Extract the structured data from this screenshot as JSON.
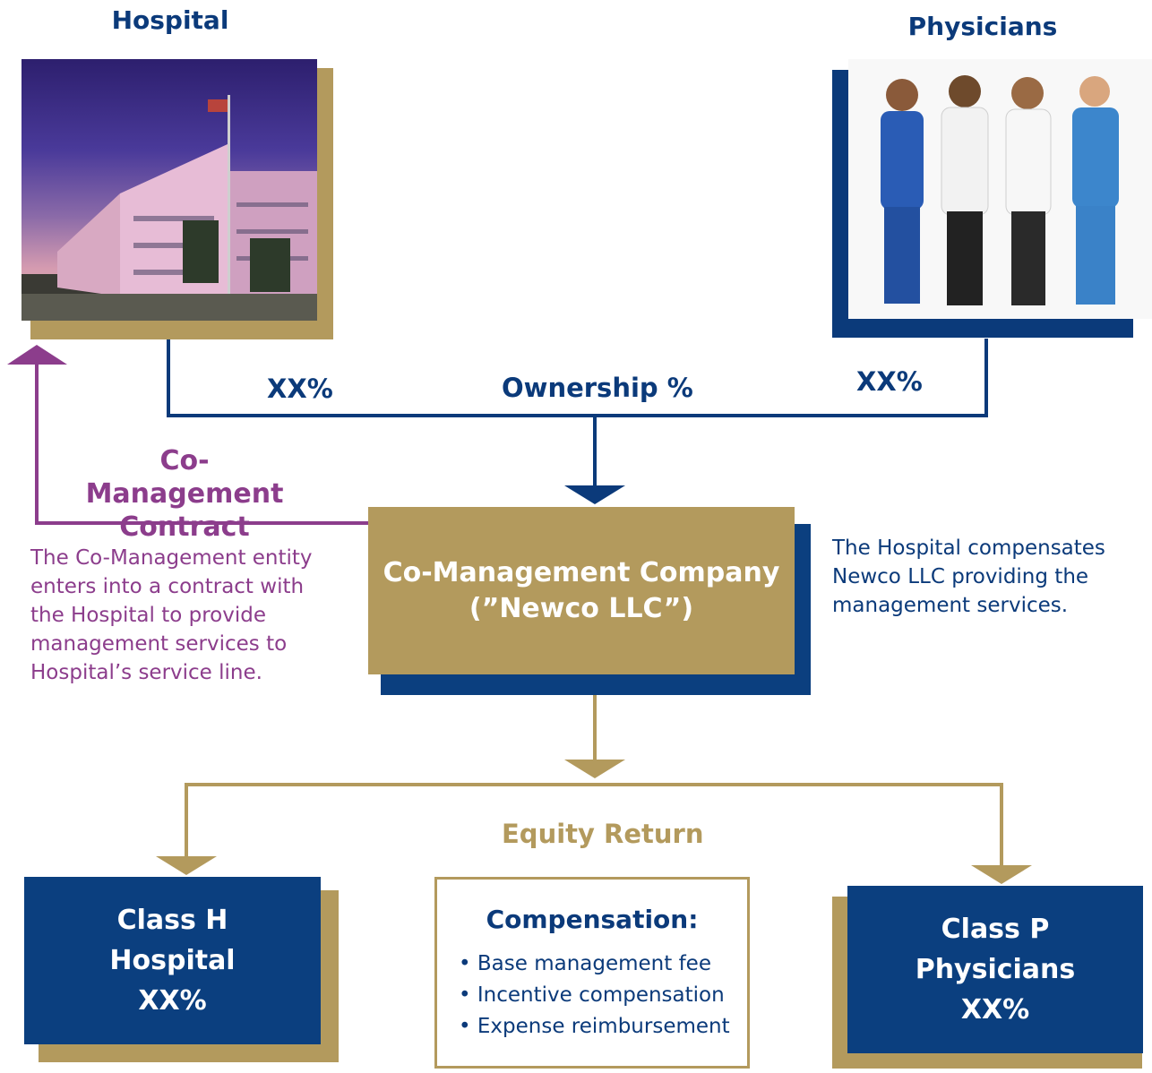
{
  "hospital": {
    "title": "Hospital"
  },
  "physicians": {
    "title": "Physicians"
  },
  "ownership": {
    "left_pct": "XX%",
    "label": "Ownership %",
    "right_pct": "XX%"
  },
  "contract": {
    "title_line1": "Co-Management",
    "title_line2": "Contract",
    "description": [
      "The Co-Management entity",
      "enters into a contract with",
      "the Hospital to provide",
      "management services to",
      "Hospital’s service line."
    ]
  },
  "newco": {
    "line1": "Co-Management Company",
    "line2": "(”Newco LLC”)",
    "note": [
      "The Hospital compensates",
      "Newco LLC providing the",
      "management services."
    ]
  },
  "equity": {
    "label": "Equity Return"
  },
  "class_h": {
    "line1": "Class H",
    "line2": "Hospital",
    "line3": "XX%"
  },
  "class_p": {
    "line1": "Class P",
    "line2": "Physicians",
    "line3": "XX%"
  },
  "compensation": {
    "title": "Compensation:",
    "items": [
      "Base management fee",
      "Incentive compensation",
      "Expense reimbursement"
    ]
  },
  "colors": {
    "navy": "#0b3a7a",
    "gold": "#b39a5d",
    "purple": "#8c3d8c"
  }
}
